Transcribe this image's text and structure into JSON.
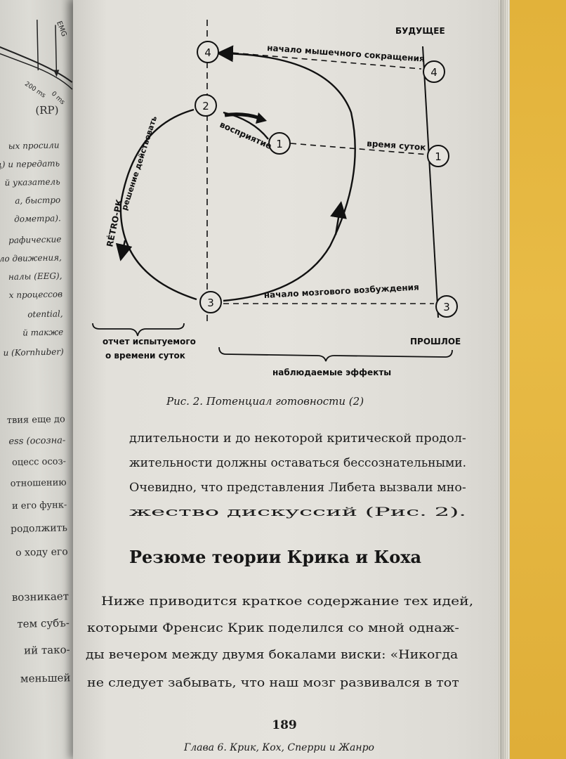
{
  "left_page": {
    "lines": [
      "(RP)",
      "ых просили",
      "лец) и передать",
      "й указатель",
      "а, быстро",
      "дометра).",
      "рафические",
      "чало движения,",
      "налы (EEG),",
      "х процессов",
      "otential,",
      "й также",
      "и (Kornhuber)",
      "твия еще до",
      "ess (осозна-",
      "оцесс осоз-",
      "отношению",
      "и его функ-",
      "родолжить",
      "о ходу его",
      "возникает",
      "тем субъ-",
      "ий тако-",
      "меньшей"
    ],
    "diagram_labels": [
      "EMG",
      "200 ms",
      "0 ms"
    ]
  },
  "figure": {
    "label_future": "БУДУЩЕЕ",
    "label_past": "ПРОШЛОЕ",
    "label_muscle": "начало мышечного сокращения",
    "label_time": "время суток",
    "label_perception": "восприятие",
    "label_decision": "решение действовать",
    "label_retro": "RÉTRO-РК",
    "label_brain": "начало мозгового возбуждения",
    "label_report_line1": "отчет испытуемого",
    "label_report_line2": "о времени суток",
    "label_effects": "наблюдаемые эффекты",
    "node_numbers": [
      "1",
      "2",
      "3",
      "4"
    ]
  },
  "caption": "Рис. 2. Потенциал готовности (2)",
  "paragraph1": [
    "длительности и до некоторой критической продол-",
    "жительности должны оставаться бессознательными.",
    "Очевидно, что представления Либета вызвали мно-",
    "жество дискуссий (Рис. 2)."
  ],
  "heading": "Резюме теории Крика и Коха",
  "paragraph2": [
    "Ниже приводится краткое содержание тех идей,",
    "которыми Френсис Крик поделился со мной однаж-",
    "ды вечером между двумя бокалами виски: «Никогда",
    "не следует забывать, что наш мозг развивался в тот"
  ],
  "page_number": "189",
  "chapter_title": "Глава 6. Крик, Кох, Сперри и Жанро"
}
